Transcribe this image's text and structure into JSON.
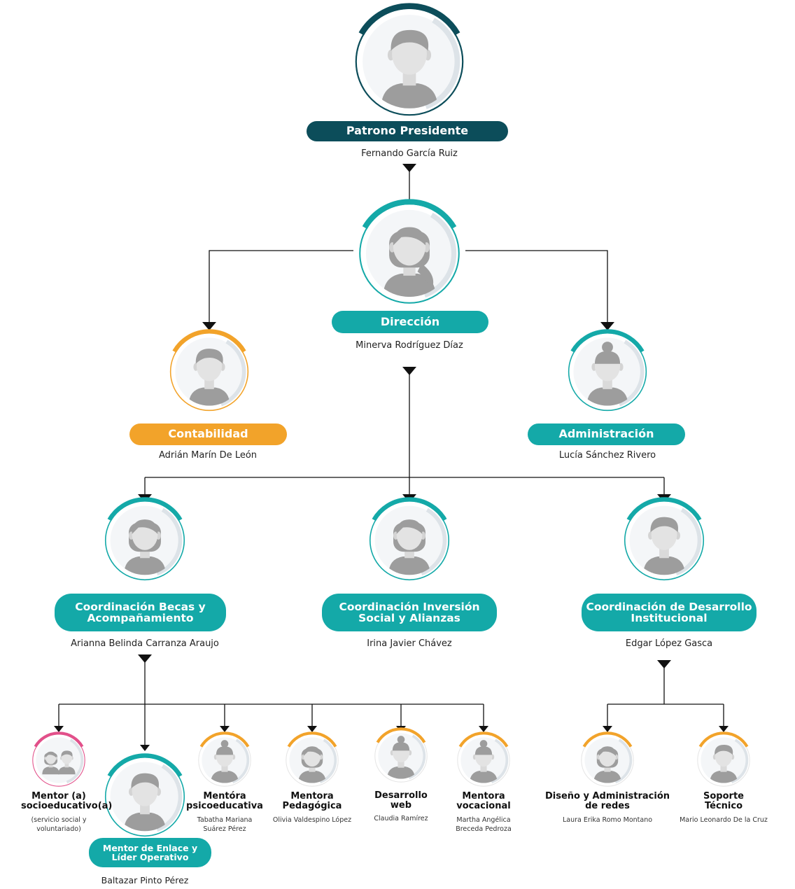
{
  "colors": {
    "dark_teal": "#0c4d5a",
    "teal": "#14a9a8",
    "orange": "#f2a32a",
    "pink": "#e2508a",
    "ring_gray": "#dde3e8",
    "figure_gray": "#c7c7c7",
    "figure_dark": "#9d9d9d",
    "line": "#111111"
  },
  "nodes": {
    "president": {
      "role": "Patrono Presidente",
      "name": "Fernando García Ruiz",
      "icon": "man-avatar-icon"
    },
    "direccion": {
      "role": "Dirección",
      "name": "Minerva Rodríguez Díaz",
      "icon": "woman-ponytail-avatar-icon"
    },
    "contabilidad": {
      "role": "Contabilidad",
      "name": "Adrián Marín De León",
      "icon": "man-avatar-icon"
    },
    "administracion": {
      "role": "Administración",
      "name": "Lucía Sánchez Rivero",
      "icon": "woman-bun-avatar-icon"
    },
    "becas": {
      "role": "Coordinación Becas y Acompañamiento",
      "name": "Arianna Belinda Carranza Araujo",
      "icon": "woman-avatar-icon"
    },
    "inversion": {
      "role": "Coordinación Inversión Social y Alianzas",
      "name": "Irina Javier Chávez",
      "icon": "woman-avatar-icon"
    },
    "desarrollo": {
      "role": "Coordinación de Desarrollo Institucional",
      "name": "Edgar López Gasca",
      "icon": "man-avatar-icon"
    },
    "enlace": {
      "role": "Mentor de Enlace y Líder Operativo",
      "name": "Baltazar Pinto Pérez",
      "icon": "man-avatar-icon"
    },
    "mentor_socio": {
      "role": "Mentor (a) socioeducativo(a)",
      "note": "(servicio social y voluntariado)",
      "icon": "couple-avatar-icon"
    },
    "mentora_psico": {
      "role": "Mentóra psicoeducativa",
      "name": "Tabatha Mariana Suárez Pérez",
      "icon": "woman-bun-avatar-icon"
    },
    "mentora_peda": {
      "role": "Mentora Pedagógica",
      "name": "Olivia Valdespino López",
      "icon": "woman-avatar-icon"
    },
    "desarrollo_web": {
      "role": "Desarrollo web",
      "name": "Claudia Ramírez",
      "icon": "woman-bun-avatar-icon"
    },
    "mentora_voca": {
      "role": "Mentora vocacional",
      "name": "Martha Angélica Breceda Pedroza",
      "icon": "woman-bun-avatar-icon"
    },
    "diseno": {
      "role": "Diseño y Administración de redes",
      "name": "Laura Erika Romo Montano",
      "icon": "woman-avatar-icon"
    },
    "soporte": {
      "role": "Soporte Técnico",
      "name": "Mario Leonardo De la Cruz",
      "icon": "man-avatar-icon"
    }
  }
}
